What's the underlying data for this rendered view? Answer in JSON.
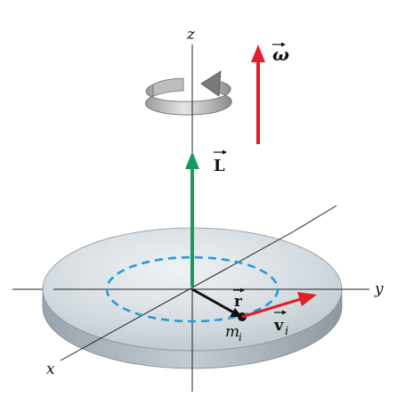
{
  "labels": {
    "z_axis": "z",
    "y_axis": "y",
    "x_axis": "x",
    "omega": "ω",
    "angular_momentum": "L",
    "radius": "r",
    "velocity": "v",
    "velocity_sub": "i",
    "mass": "m",
    "mass_sub": "i"
  },
  "colors": {
    "angular_momentum_arrow": "#1a9a5a",
    "omega_arrow": "#e0202a",
    "velocity_arrow": "#e0202a",
    "path_circle": "#2a9ad8",
    "disk_top": "#d4dbe0",
    "disk_edge": "#a8b2ba",
    "rotation_arrow": "#8a8a8a"
  },
  "icons": {
    "vector_accent": "right-arrow-overline",
    "rotation": "curved-rotation-arrow-icon"
  }
}
